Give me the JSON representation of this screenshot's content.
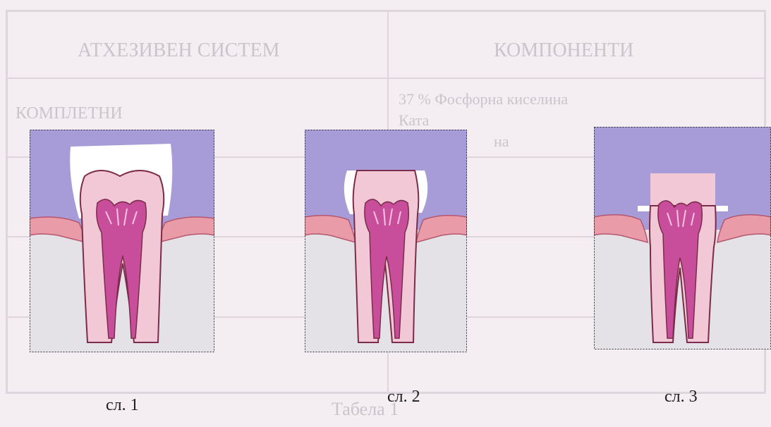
{
  "background_table": {
    "header_left": "АТХЕЗИВЕН СИСТЕМ",
    "header_right": "КОМПОНЕНТИ",
    "row_fragments": [
      "КОМПЛЕТНИ",
      "37 % Фосфорна киселина",
      "Ката",
      "на"
    ],
    "caption": "Табела 1"
  },
  "figures": [
    {
      "caption": "сл. 1"
    },
    {
      "caption": "сл. 2"
    },
    {
      "caption": "сл. 3"
    }
  ],
  "colors": {
    "page": "#f4eef3",
    "lilac": "#a79bd8",
    "gum": "#e99ca8",
    "bone": "#e4e1e7",
    "tooth": "#f2c7d6",
    "pulp": "#c84e9c"
  }
}
